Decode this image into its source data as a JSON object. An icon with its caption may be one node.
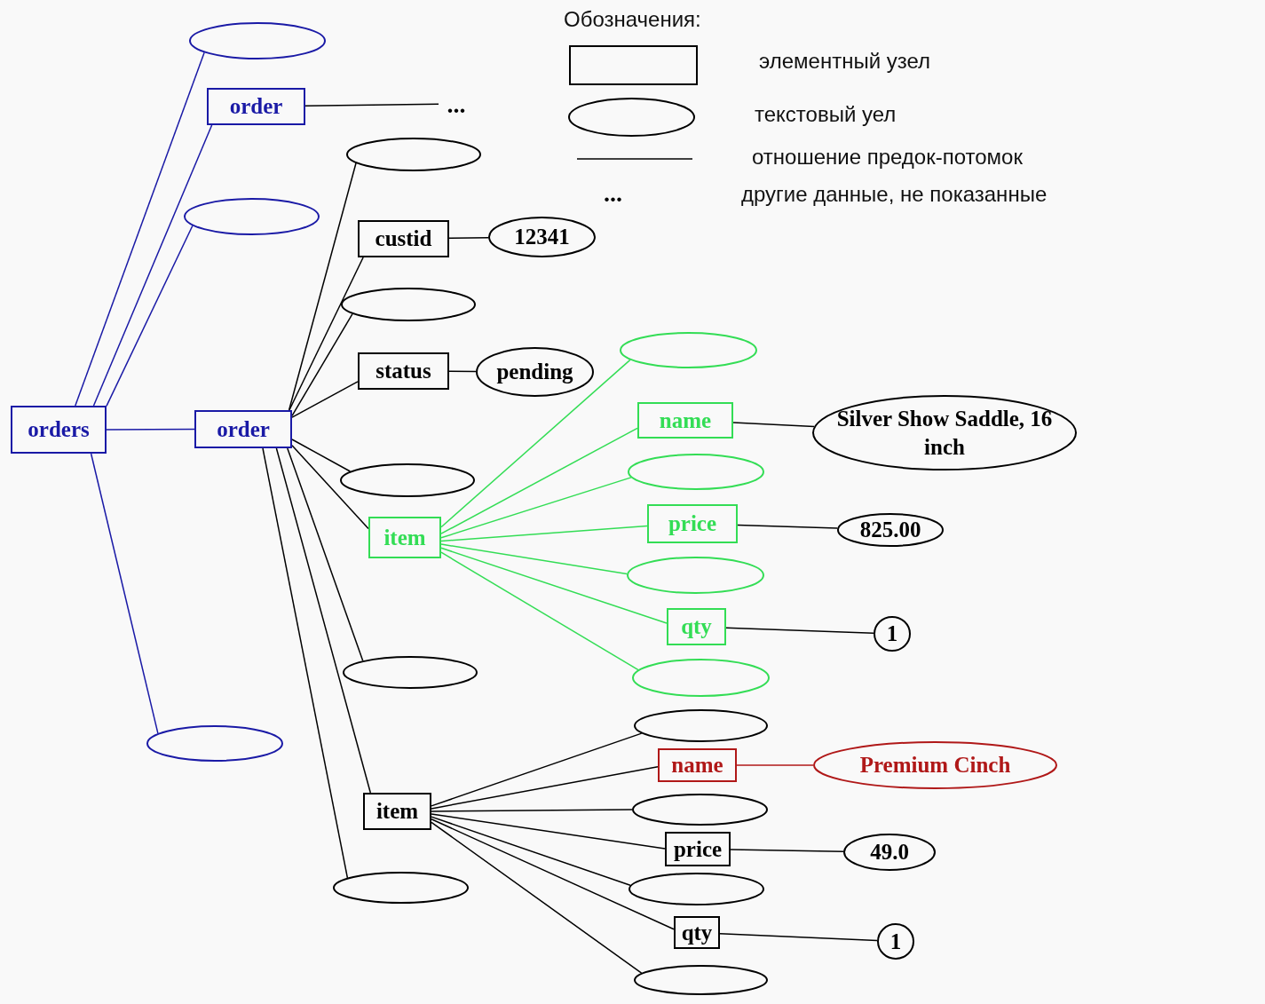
{
  "diagram": {
    "nodes": [
      {
        "text": [
          "orders"
        ]
      },
      {
        "text": [],
        "shape": "ellipse"
      },
      {
        "text": [
          "order"
        ]
      },
      {
        "text": [
          "..."
        ]
      },
      {
        "text": [],
        "shape": "ellipse"
      },
      {
        "text": [],
        "shape": "ellipse"
      },
      {
        "text": [
          "order"
        ]
      },
      {
        "text": [],
        "shape": "ellipse"
      },
      {
        "text": [
          "custid"
        ]
      },
      {
        "text": [
          "12341"
        ]
      },
      {
        "text": [],
        "shape": "ellipse"
      },
      {
        "text": [
          "status"
        ]
      },
      {
        "text": [
          "pending"
        ]
      },
      {
        "text": [],
        "shape": "ellipse"
      },
      {
        "text": [
          "item"
        ]
      },
      {
        "text": [],
        "shape": "ellipse"
      },
      {
        "text": [
          "name"
        ]
      },
      {
        "text": [
          "Silver Show Saddle, 16 inch"
        ]
      },
      {
        "text": [],
        "shape": "ellipse"
      },
      {
        "text": [
          "price"
        ]
      },
      {
        "text": [
          "825.00"
        ]
      },
      {
        "text": [],
        "shape": "ellipse"
      },
      {
        "text": [
          "qty"
        ]
      },
      {
        "text": [
          "1"
        ]
      },
      {
        "text": [],
        "shape": "ellipse"
      },
      {
        "text": [],
        "shape": "ellipse"
      },
      {
        "text": [
          "item"
        ]
      },
      {
        "text": [],
        "shape": "ellipse"
      },
      {
        "text": [
          "name"
        ]
      },
      {
        "text": [
          "Premium Cinch"
        ]
      },
      {
        "text": [],
        "shape": "ellipse"
      },
      {
        "text": [
          "price"
        ]
      },
      {
        "text": [
          "49.0"
        ]
      },
      {
        "text": [],
        "shape": "ellipse"
      },
      {
        "text": [
          "qty"
        ]
      },
      {
        "text": [
          "1"
        ]
      },
      {
        "text": [],
        "shape": "ellipse"
      },
      {
        "text": [],
        "shape": "ellipse"
      }
    ],
    "edges": [
      {
        "from": 0,
        "to": 1,
        "arrow": "none",
        "color": "#1a1aa6"
      },
      {
        "from": 0,
        "to": 2,
        "arrow": "none",
        "color": "#1a1aa6"
      },
      {
        "from": 0,
        "to": 4,
        "arrow": "none",
        "color": "#1a1aa6"
      },
      {
        "from": 0,
        "to": 5,
        "arrow": "none",
        "color": "#1a1aa6"
      },
      {
        "from": 0,
        "to": 6,
        "arrow": "none",
        "color": "#1a1aa6"
      },
      {
        "from": 2,
        "to": 3,
        "arrow": "none"
      },
      {
        "from": 6,
        "to": 7,
        "arrow": "none"
      },
      {
        "from": 6,
        "to": 8,
        "arrow": "none"
      },
      {
        "from": 6,
        "to": 10,
        "arrow": "none"
      },
      {
        "from": 6,
        "to": 11,
        "arrow": "none"
      },
      {
        "from": 6,
        "to": 13,
        "arrow": "none"
      },
      {
        "from": 6,
        "to": 14,
        "arrow": "none"
      },
      {
        "from": 6,
        "to": 25,
        "arrow": "none"
      },
      {
        "from": 6,
        "to": 26,
        "arrow": "none"
      },
      {
        "from": 6,
        "to": 37,
        "arrow": "none"
      },
      {
        "from": 8,
        "to": 9,
        "arrow": "none"
      },
      {
        "from": 11,
        "to": 12,
        "arrow": "none"
      },
      {
        "from": 14,
        "to": 15,
        "arrow": "none",
        "color": "#33dd55"
      },
      {
        "from": 14,
        "to": 16,
        "arrow": "none",
        "color": "#33dd55"
      },
      {
        "from": 14,
        "to": 18,
        "arrow": "none",
        "color": "#33dd55"
      },
      {
        "from": 14,
        "to": 19,
        "arrow": "none",
        "color": "#33dd55"
      },
      {
        "from": 14,
        "to": 21,
        "arrow": "none",
        "color": "#33dd55"
      },
      {
        "from": 14,
        "to": 22,
        "arrow": "none",
        "color": "#33dd55"
      },
      {
        "from": 14,
        "to": 24,
        "arrow": "none",
        "color": "#33dd55"
      },
      {
        "from": 16,
        "to": 17,
        "arrow": "none"
      },
      {
        "from": 19,
        "to": 20,
        "arrow": "none"
      },
      {
        "from": 22,
        "to": 23,
        "arrow": "none"
      },
      {
        "from": 26,
        "to": 27,
        "arrow": "none"
      },
      {
        "from": 26,
        "to": 28,
        "arrow": "none"
      },
      {
        "from": 26,
        "to": 30,
        "arrow": "none"
      },
      {
        "from": 26,
        "to": 31,
        "arrow": "none"
      },
      {
        "from": 26,
        "to": 33,
        "arrow": "none"
      },
      {
        "from": 26,
        "to": 34,
        "arrow": "none"
      },
      {
        "from": 26,
        "to": 36,
        "arrow": "none"
      },
      {
        "from": 28,
        "to": 29,
        "arrow": "none",
        "color": "#b01818"
      },
      {
        "from": 31,
        "to": 32,
        "arrow": "none"
      },
      {
        "from": 34,
        "to": 35,
        "arrow": "none"
      }
    ],
    "labels": [
      "Обозначения:",
      "..."
    ],
    "legend": [
      {
        "text": "элементный узел"
      },
      {
        "text": "текстовый уел"
      },
      {
        "text": "отношение предок-потомок"
      },
      {
        "text": "другие данные, не показанные"
      }
    ]
  }
}
